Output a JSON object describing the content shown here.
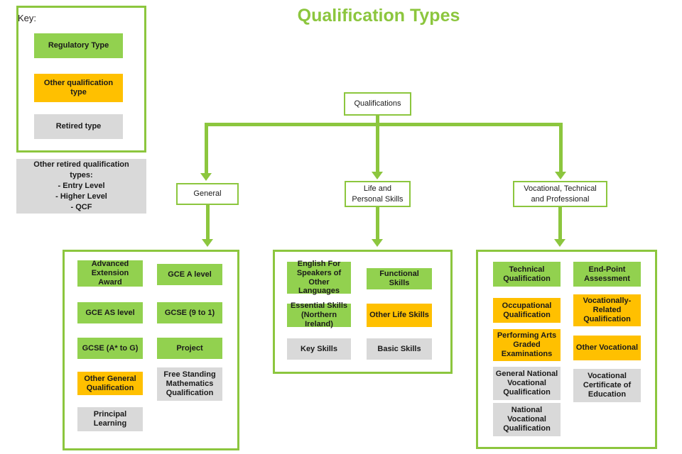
{
  "title": "Qualification Types",
  "colors": {
    "regulatory_green": "#92D14F",
    "other_orange": "#FFC000",
    "retired_grey": "#D9D9D9",
    "accent_border": "#8CC63E",
    "title_green": "#8CC63E"
  },
  "key": {
    "heading": "Key:",
    "items": [
      {
        "label": "Regulatory Type",
        "type": "green"
      },
      {
        "label": "Other qualification type",
        "type": "orange"
      },
      {
        "label": "Retired type",
        "type": "grey"
      }
    ]
  },
  "retired_note": {
    "heading_line1": "Other retired qualification",
    "heading_line2": "types:",
    "items": [
      "- Entry Level",
      "- Higher Level",
      "- QCF"
    ]
  },
  "root": {
    "label": "Qualifications"
  },
  "branches": [
    {
      "id": "general",
      "line1": "General",
      "line2": ""
    },
    {
      "id": "life",
      "line1": "Life and",
      "line2": "Personal Skills"
    },
    {
      "id": "vocational",
      "line1": "Vocational, Technical",
      "line2": "and Professional"
    }
  ],
  "columns": {
    "general": {
      "items": [
        {
          "label": "Advanced Extension Award",
          "type": "green"
        },
        {
          "label": "GCE A level",
          "type": "green"
        },
        {
          "label": "GCE AS level",
          "type": "green"
        },
        {
          "label": "GCSE (9 to 1)",
          "type": "green"
        },
        {
          "label": "GCSE (A* to G)",
          "type": "green"
        },
        {
          "label": "Project",
          "type": "green"
        },
        {
          "label": "Other General Qualification",
          "type": "orange"
        },
        {
          "label": "Free Standing Mathematics Qualification",
          "type": "grey"
        },
        {
          "label": "Principal Learning",
          "type": "grey"
        }
      ]
    },
    "life": {
      "items": [
        {
          "label": "English For Speakers of Other Languages",
          "type": "green"
        },
        {
          "label": "Functional Skills",
          "type": "green"
        },
        {
          "label": "Essential Skills (Northern Ireland)",
          "type": "green"
        },
        {
          "label": "Other Life Skills",
          "type": "orange"
        },
        {
          "label": "Key Skills",
          "type": "grey"
        },
        {
          "label": "Basic Skills",
          "type": "grey"
        }
      ]
    },
    "vocational": {
      "items": [
        {
          "label": "Technical Qualification",
          "type": "green"
        },
        {
          "label": "End-Point Assessment",
          "type": "green"
        },
        {
          "label": "Occupational Qualification",
          "type": "orange"
        },
        {
          "label": "Vocationally-Related Qualification",
          "type": "orange"
        },
        {
          "label": "Performing Arts Graded Examinations",
          "type": "orange"
        },
        {
          "label": "Other Vocational",
          "type": "orange"
        },
        {
          "label": "General National Vocational Qualification",
          "type": "grey"
        },
        {
          "label": "Vocational Certificate of Education",
          "type": "grey"
        },
        {
          "label": "National Vocational Qualification",
          "type": "grey"
        }
      ]
    }
  }
}
